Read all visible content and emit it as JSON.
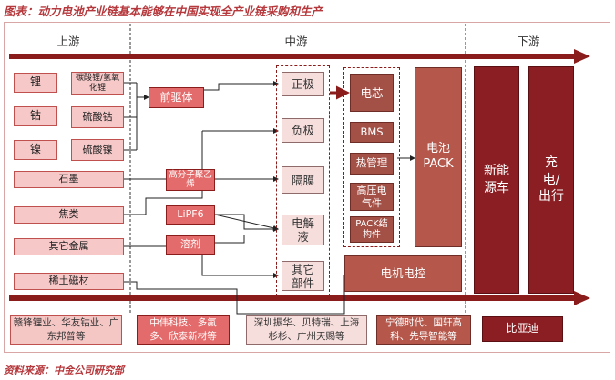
{
  "caption": "图表：动力电池产业链基本能够在中国实现全产业链采购和生产",
  "source": "资料来源：中金公司研究部",
  "sections": {
    "up": "上游",
    "mid": "中游",
    "down": "下游"
  },
  "upstream": {
    "li": "锂",
    "lico": "碳酸锂/氢氧化锂",
    "co": "钴",
    "coso": "硫酸钴",
    "ni": "镍",
    "niso": "硫酸镍",
    "graphite": "石墨",
    "coke": "焦类",
    "othermetal": "其它金属",
    "rareearth": "稀土磁材"
  },
  "inter": {
    "precursor": "前驱体",
    "pe": "高分子聚乙烯",
    "lipf6": "LiPF6",
    "solvent": "溶剂"
  },
  "materials": {
    "cathode": "正极",
    "anode": "负极",
    "separator": "隔膜",
    "electrolyte": "电解液",
    "others": "其它部件"
  },
  "components": {
    "cell": "电芯",
    "bms": "BMS",
    "thermal": "热管理",
    "hv": "高压电气件",
    "pack_struct": "PACK结构件"
  },
  "battery_pack": "电池PACK",
  "motor": "电机电控",
  "downstream": {
    "nev": "新能源车",
    "charging": "充电/出行"
  },
  "companies": {
    "c1": "赣锋锂业、华友钴业、广东邦普等",
    "c2": "中伟科技、多氟多、欣泰新材等",
    "c3": "深圳振华、贝特瑞、上海杉杉、广州天赐等",
    "c4": "宁德时代、国轩高科、先导智能等",
    "c5": "比亚迪"
  },
  "colors": {
    "arrow": "#8b1c1c",
    "red_box": "#e46b6b",
    "pink_box": "#f7c8c8",
    "dark": "#8a1e22"
  }
}
